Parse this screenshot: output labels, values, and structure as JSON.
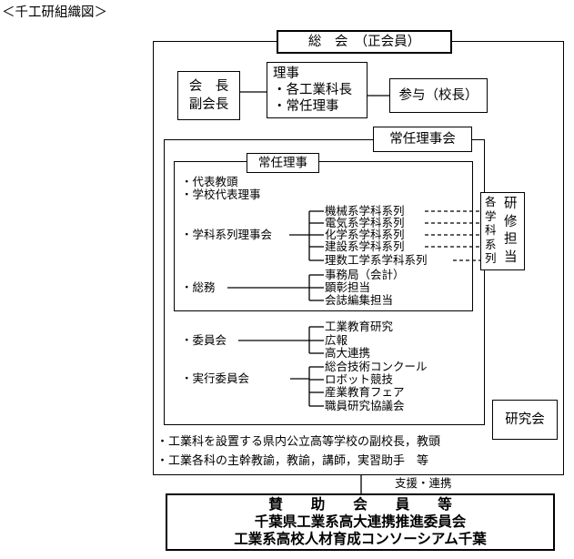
{
  "title": "＜千工研組織図＞",
  "general_meeting": "総　会　（正会員）",
  "president_box": {
    "line1": "会　長",
    "line2": "副会長"
  },
  "directors_box": {
    "header": "理事",
    "line1": "・各工業科長",
    "line2": "・常任理事"
  },
  "advisor": "参与（校長）",
  "standing_board": "常任理事会",
  "standing_directors": "常任理事",
  "inner_items": {
    "rep_head": "・代表教頭",
    "school_rep": "・学校代表理事",
    "dept_council": "・学科系列理事会",
    "general_affairs": "・総務",
    "committee": "・委員会",
    "exec_committee": "・実行委員会"
  },
  "dept_series": [
    "機械系学科系列",
    "電気系学科系列",
    "化学系学科系列",
    "建設系学科系列",
    "理数工学系学科系列"
  ],
  "general_affairs_items": [
    "事務局（会計）",
    "顕彰担当",
    "会誌編集担当"
  ],
  "committee_items": [
    "工業教育研究",
    "広報",
    "高大連携"
  ],
  "exec_items": [
    "総合技術コンクール",
    "ロボット競技",
    "産業教育フェア",
    "職員研究協議会"
  ],
  "each_series_col": [
    "各",
    "学",
    "科",
    "系",
    "列"
  ],
  "training_col": [
    "研",
    "修",
    "担",
    "当"
  ],
  "research_society": "研究会",
  "membership_notes": [
    "・工業科を設置する県内公立高等学校の副校長，教頭",
    "・工業各科の主幹教諭，教諭，講師，実習助手　等"
  ],
  "support_label": "支援・連携",
  "supporters": {
    "line1": "賛　　助　　会　　員　　等",
    "line2": "千葉県工業系高大連携推進委員会",
    "line3": "工業系高校人材育成コンソーシアム千葉"
  }
}
